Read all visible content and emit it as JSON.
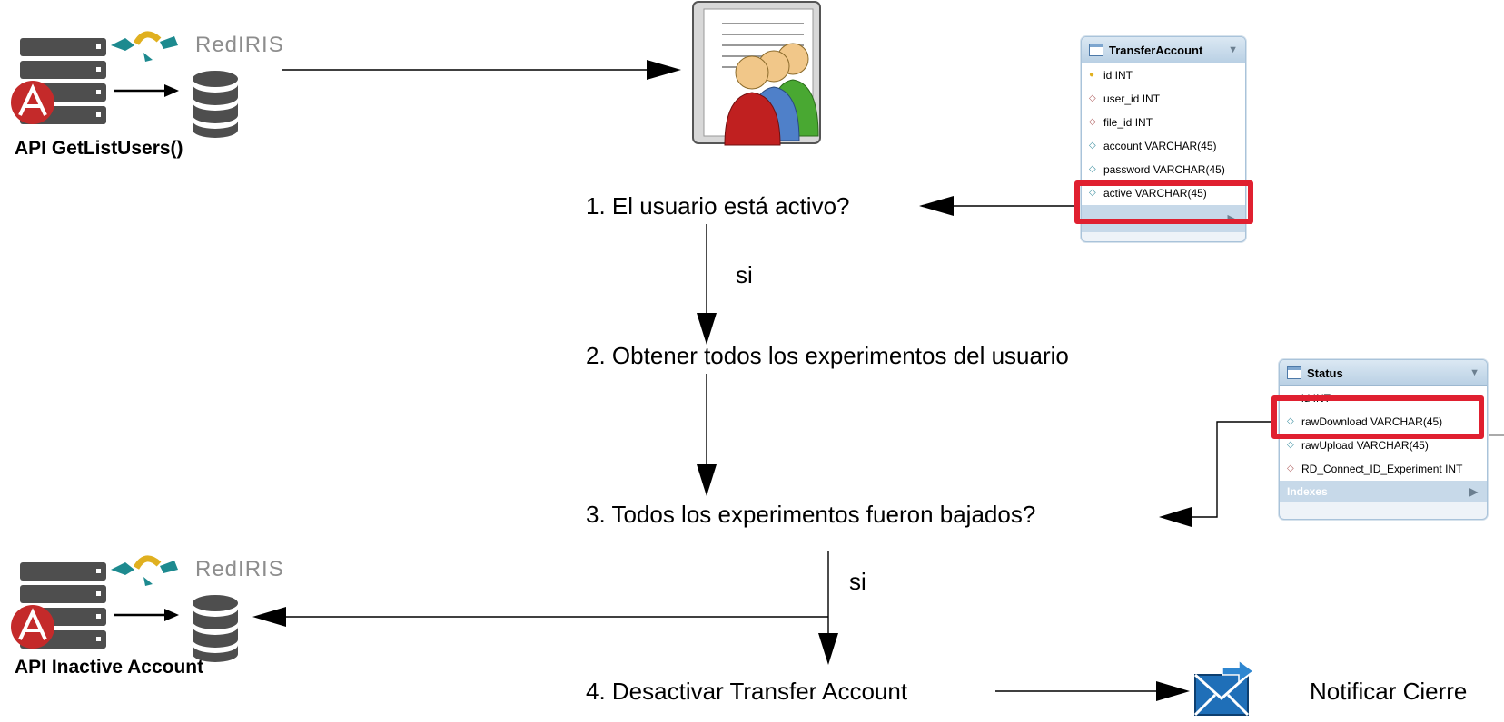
{
  "api_top": {
    "label": "API GetListUsers()",
    "redIris": "RedIRIS"
  },
  "api_bottom": {
    "label": "API Inactive Account",
    "redIris": "RedIRIS"
  },
  "steps": {
    "step1": "1. El usuario está activo?",
    "step2": "2. Obtener todos los experimentos del usuario",
    "step3": "3. Todos los experimentos fueron bajados?",
    "step4": "4. Desactivar Transfer Account"
  },
  "yes1": "si",
  "yes2": "si",
  "notify": "Notificar Cierre",
  "table_transfer": {
    "title": "TransferAccount",
    "rows": [
      "id INT",
      "user_id INT",
      "file_id INT",
      "account VARCHAR(45)",
      "password VARCHAR(45)",
      "active VARCHAR(45)"
    ]
  },
  "table_status": {
    "title": "Status",
    "rows": [
      "id INT",
      "rawDownload VARCHAR(45)",
      "rawUpload VARCHAR(45)",
      "RD_Connect_ID_Experiment INT"
    ],
    "footer": "Indexes"
  },
  "colors": {
    "highlight": "#e02030",
    "server": "#4e4e4e",
    "tableHeader": "#b9d0e4"
  },
  "icons": [
    "server-icon",
    "database-icon",
    "users-document-icon",
    "mail-send-icon",
    "red-a-logo-icon",
    "teal-bird-logo-icon"
  ]
}
